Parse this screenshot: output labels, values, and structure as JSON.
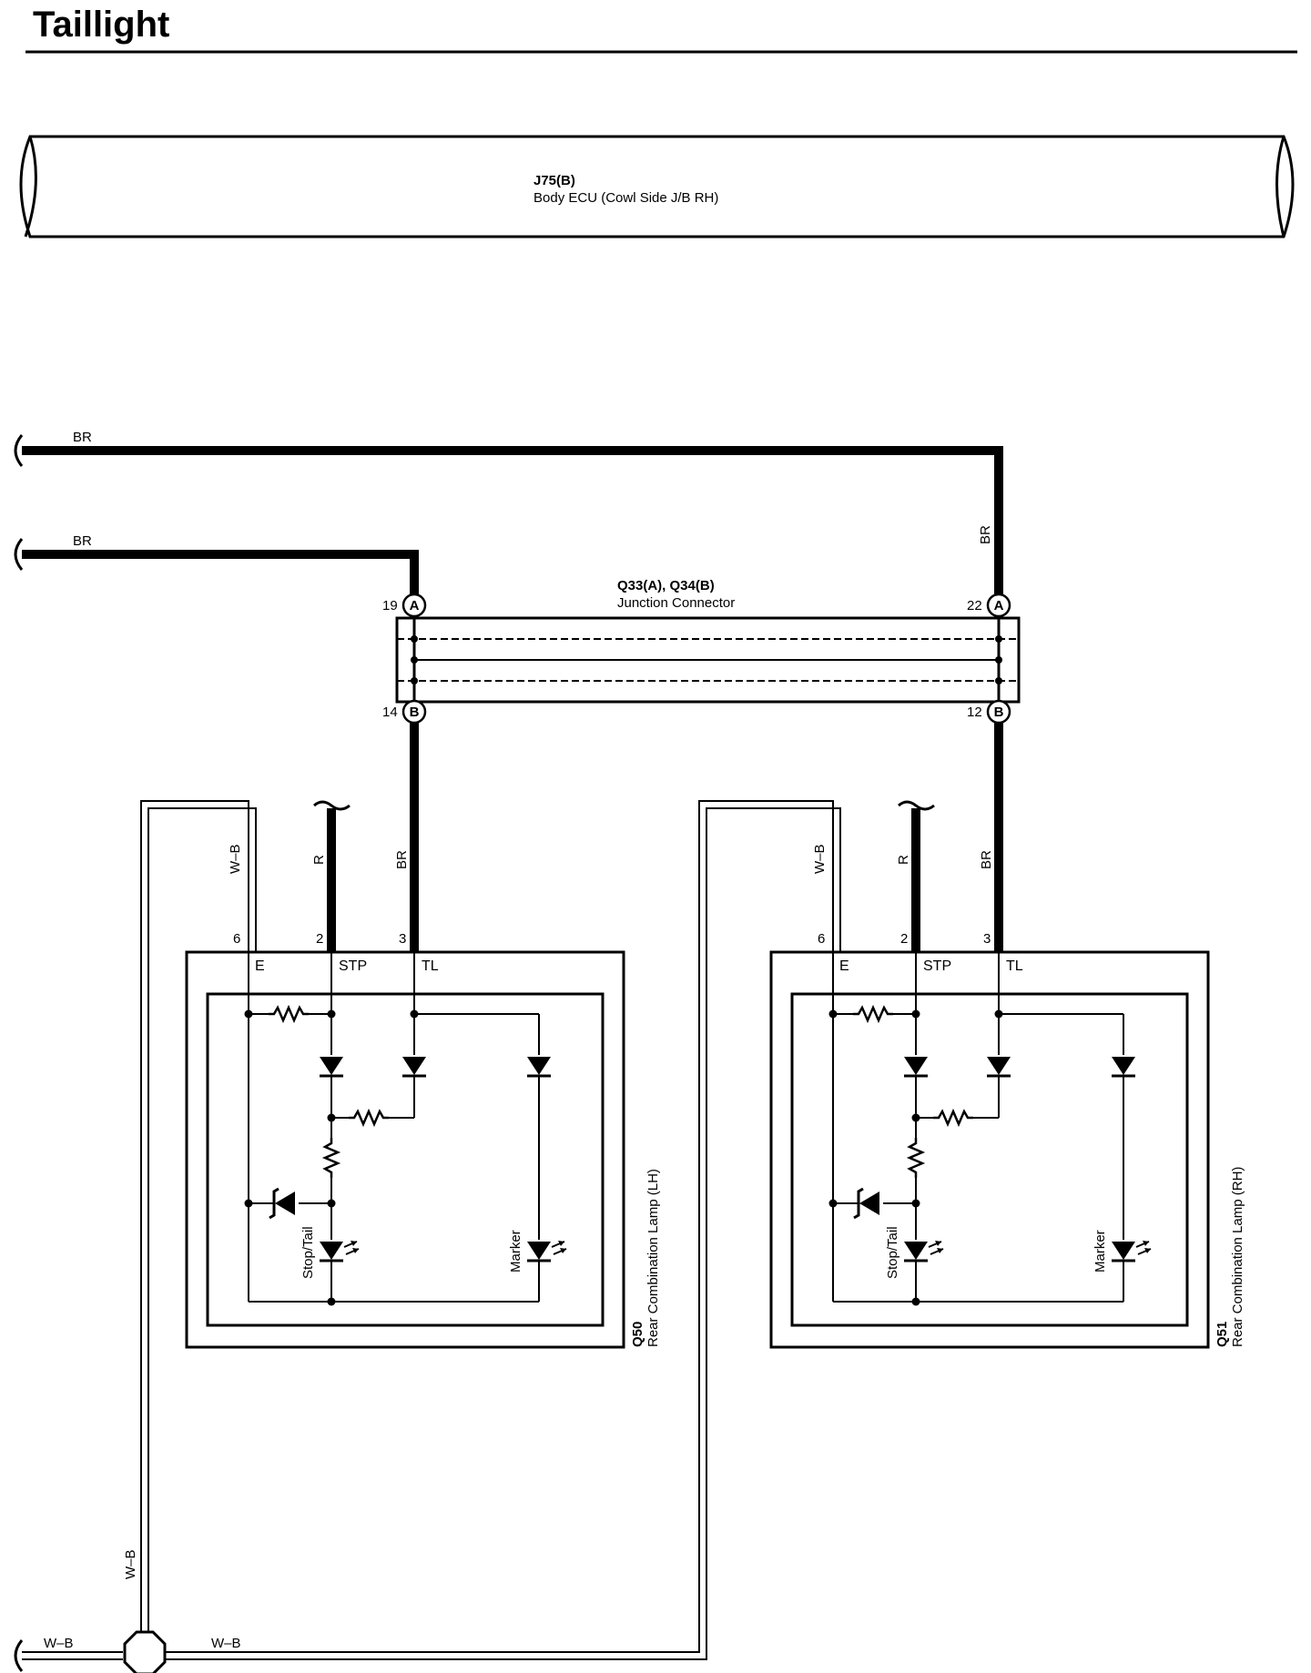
{
  "title": "Taillight",
  "ecu": {
    "id": "J75(B)",
    "name": "Body ECU (Cowl Side J/B RH)"
  },
  "junction": {
    "id": "Q33(A), Q34(B)",
    "name": "Junction Connector",
    "pins": {
      "a_left": "19",
      "a_right": "22",
      "b_left": "14",
      "b_right": "12"
    },
    "letters": {
      "a": "A",
      "b": "B"
    }
  },
  "wires": {
    "br": "BR",
    "r": "R",
    "wb": "W–B"
  },
  "lamps": [
    {
      "id": "Q50",
      "name": "Rear Combination Lamp (LH)",
      "pins": {
        "e": "6",
        "stp": "2",
        "tl": "3"
      },
      "terminals": {
        "e": "E",
        "stp": "STP",
        "tl": "TL"
      },
      "leds": {
        "stop_tail": "Stop/Tail",
        "marker": "Marker"
      }
    },
    {
      "id": "Q51",
      "name": "Rear Combination Lamp (RH)",
      "pins": {
        "e": "6",
        "stp": "2",
        "tl": "3"
      },
      "terminals": {
        "e": "E",
        "stp": "STP",
        "tl": "TL"
      },
      "leds": {
        "stop_tail": "Stop/Tail",
        "marker": "Marker"
      }
    }
  ]
}
